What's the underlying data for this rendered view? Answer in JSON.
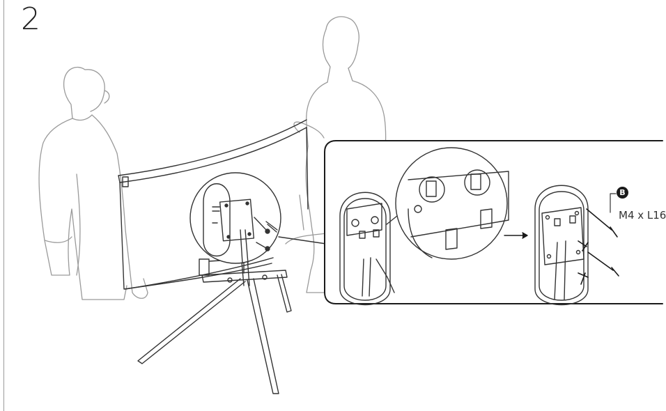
{
  "step": {
    "number": "2"
  },
  "screw": {
    "badge": "B",
    "label": "M4 x L16"
  },
  "colors": {
    "line": "#333333",
    "figure": "#9a9a9a",
    "panel_border": "#1a1a1a"
  },
  "icons": [
    "arrow-right-icon",
    "screw-icon"
  ]
}
